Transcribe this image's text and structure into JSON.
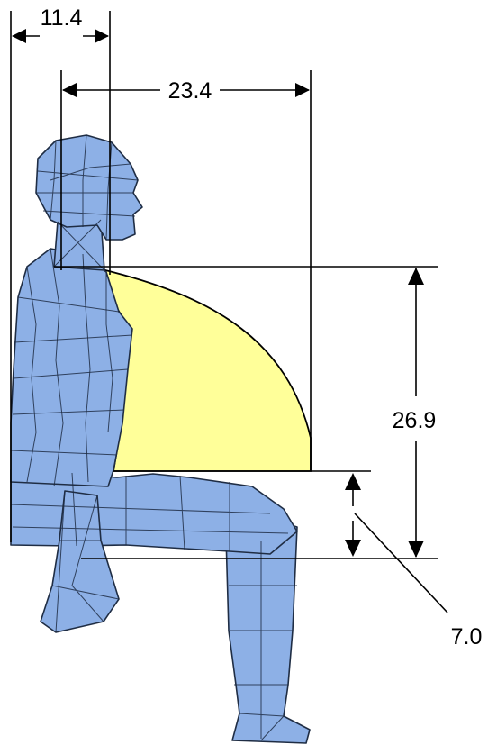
{
  "dimensions": {
    "shoulder_offset": "11.4",
    "reach_depth": "23.4",
    "vertical_height": "26.9",
    "thigh_clearance": "7.0"
  },
  "colors": {
    "figure_fill": "#8db0e6",
    "zone_fill": "#ffff99",
    "line": "#000000",
    "background": "#ffffff"
  }
}
